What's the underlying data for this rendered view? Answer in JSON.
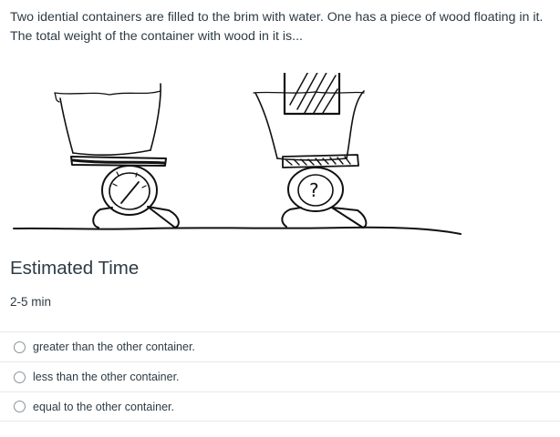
{
  "question": {
    "text": "Two idential containers are filled to the brim with water. One has a piece of wood floating in it. The total weight of the container with wood in it is..."
  },
  "estimated_time": {
    "heading": "Estimated Time",
    "value": "2-5 min"
  },
  "answers": [
    {
      "label": "greater than the other container.",
      "selected": false
    },
    {
      "label": "less than the other container.",
      "selected": false
    },
    {
      "label": "equal to the other container.",
      "selected": false
    }
  ],
  "figure": {
    "right_scale_symbol": "?"
  }
}
